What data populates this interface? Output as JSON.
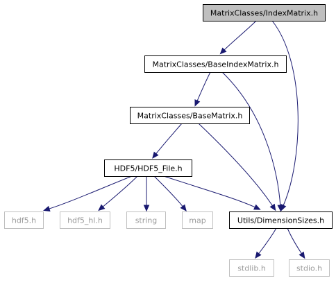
{
  "graph": {
    "title": "MatrixClasses/IndexMatrix.h",
    "nodes": [
      {
        "id": "index_matrix",
        "label": "MatrixClasses/IndexMatrix.h",
        "style": "highlight"
      },
      {
        "id": "base_index_matrix",
        "label": "MatrixClasses/BaseIndexMatrix.h",
        "style": "normal"
      },
      {
        "id": "base_matrix",
        "label": "MatrixClasses/BaseMatrix.h",
        "style": "normal"
      },
      {
        "id": "hdf5_file",
        "label": "HDF5/HDF5_File.h",
        "style": "normal"
      },
      {
        "id": "hdf5",
        "label": "hdf5.h",
        "style": "external"
      },
      {
        "id": "hdf5_hl",
        "label": "hdf5_hl.h",
        "style": "external"
      },
      {
        "id": "string",
        "label": "string",
        "style": "external"
      },
      {
        "id": "map",
        "label": "map",
        "style": "external"
      },
      {
        "id": "dimension_sizes",
        "label": "Utils/DimensionSizes.h",
        "style": "normal"
      },
      {
        "id": "stdlib",
        "label": "stdlib.h",
        "style": "external"
      },
      {
        "id": "stdio",
        "label": "stdio.h",
        "style": "external"
      }
    ],
    "edges": [
      {
        "from": "index_matrix",
        "to": "base_index_matrix"
      },
      {
        "from": "index_matrix",
        "to": "dimension_sizes"
      },
      {
        "from": "base_index_matrix",
        "to": "base_matrix"
      },
      {
        "from": "base_index_matrix",
        "to": "dimension_sizes"
      },
      {
        "from": "base_matrix",
        "to": "hdf5_file"
      },
      {
        "from": "base_matrix",
        "to": "dimension_sizes"
      },
      {
        "from": "hdf5_file",
        "to": "hdf5"
      },
      {
        "from": "hdf5_file",
        "to": "hdf5_hl"
      },
      {
        "from": "hdf5_file",
        "to": "string"
      },
      {
        "from": "hdf5_file",
        "to": "map"
      },
      {
        "from": "hdf5_file",
        "to": "dimension_sizes"
      },
      {
        "from": "dimension_sizes",
        "to": "stdlib"
      },
      {
        "from": "dimension_sizes",
        "to": "stdio"
      }
    ],
    "colors": {
      "edge": "#191970",
      "highlight_fill": "#bfbfbf",
      "external_border": "#bfbfbf",
      "external_text": "#9a9a9a",
      "node_border": "#000000"
    }
  }
}
